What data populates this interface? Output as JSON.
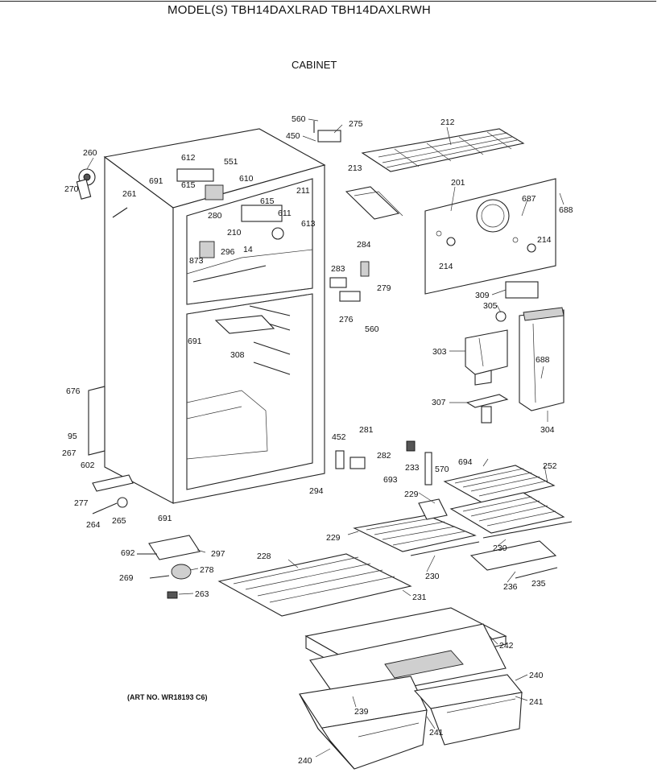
{
  "header": {
    "model_title": "MODEL(S) TBH14DAXLRAD  TBH14DAXLRWH",
    "section": "CABINET"
  },
  "footer": {
    "art_number": "(ART NO. WR18193 C6)"
  },
  "callouts": [
    "560",
    "275",
    "450",
    "212",
    "260",
    "612",
    "551",
    "691",
    "615",
    "610",
    "213",
    "201",
    "270",
    "261",
    "211",
    "615",
    "611",
    "687",
    "688",
    "280",
    "210",
    "613",
    "284",
    "214",
    "873",
    "296",
    "14",
    "214",
    "283",
    "279",
    "309",
    "305",
    "276",
    "560",
    "691",
    "308",
    "303",
    "688",
    "676",
    "307",
    "304",
    "95",
    "281",
    "452",
    "282",
    "267",
    "233",
    "570",
    "694",
    "252",
    "602",
    "693",
    "294",
    "229",
    "277",
    "691",
    "264",
    "265",
    "229",
    "230",
    "692",
    "297",
    "228",
    "230",
    "269",
    "278",
    "236",
    "235",
    "263",
    "231",
    "242",
    "240",
    "239",
    "241",
    "241",
    "240"
  ]
}
